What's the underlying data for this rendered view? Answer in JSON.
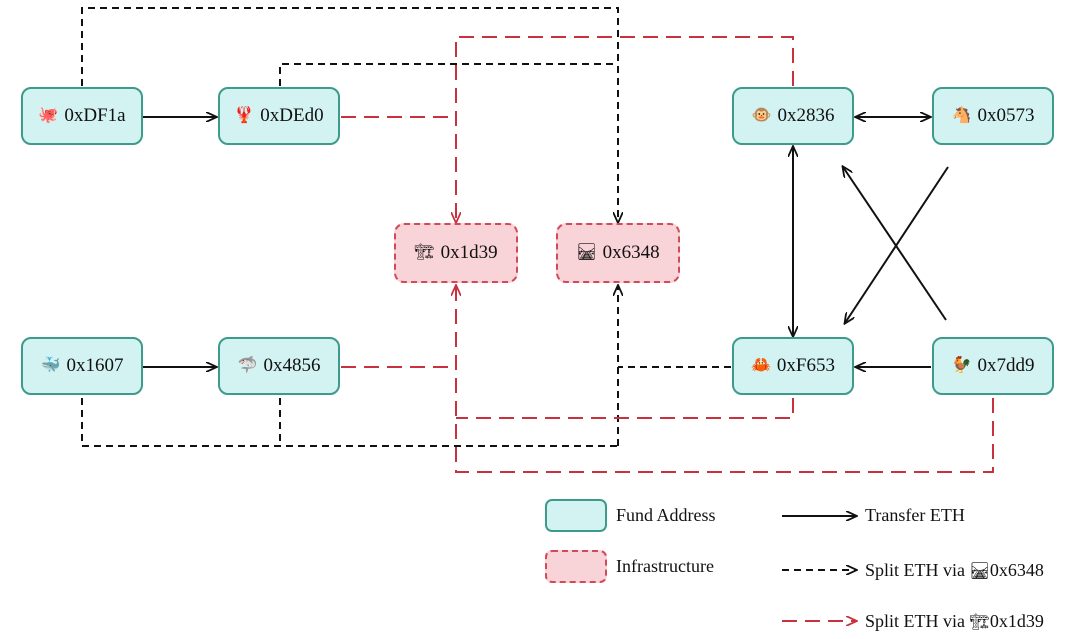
{
  "nodes": {
    "dF1a": {
      "label": "0xDF1a",
      "icon": "octopus-icon",
      "glyph": "🐙"
    },
    "dEd0": {
      "label": "0xDEd0",
      "icon": "lobster-icon",
      "glyph": "🦞"
    },
    "n1607": {
      "label": "0x1607",
      "icon": "whale-icon",
      "glyph": "🐳"
    },
    "n4856": {
      "label": "0x4856",
      "icon": "shark-icon",
      "glyph": "🦈"
    },
    "n1d39": {
      "label": "0x1d39",
      "icon": "crane-icon",
      "glyph": "🏗"
    },
    "n6348": {
      "label": "0x6348",
      "icon": "railway-track-icon",
      "glyph": "🛤"
    },
    "n2836": {
      "label": "0x2836",
      "icon": "monkey-icon",
      "glyph": "🐵"
    },
    "n0573": {
      "label": "0x0573",
      "icon": "horse-icon",
      "glyph": "🐴"
    },
    "nF653": {
      "label": "0xF653",
      "icon": "crab-icon",
      "glyph": "🦀"
    },
    "n7dd9": {
      "label": "0x7dd9",
      "icon": "rooster-icon",
      "glyph": "🐓"
    }
  },
  "legend": {
    "fund": "Fund Address",
    "infra": "Infrastructure",
    "transfer": "Transfer ETH",
    "split6348_prefix": "Split ETH via",
    "split6348_addr": "0x6348",
    "split1d39_prefix": "Split ETH via",
    "split1d39_addr": "0x1d39"
  },
  "colors": {
    "fund_fill": "#d3f3f2",
    "fund_border": "#3c9b8a",
    "infra_fill": "#f8d3d7",
    "infra_border": "#d24a5a",
    "transfer_line": "#111111",
    "split_6348_line": "#111111",
    "split_1d39_line": "#c8323f"
  }
}
